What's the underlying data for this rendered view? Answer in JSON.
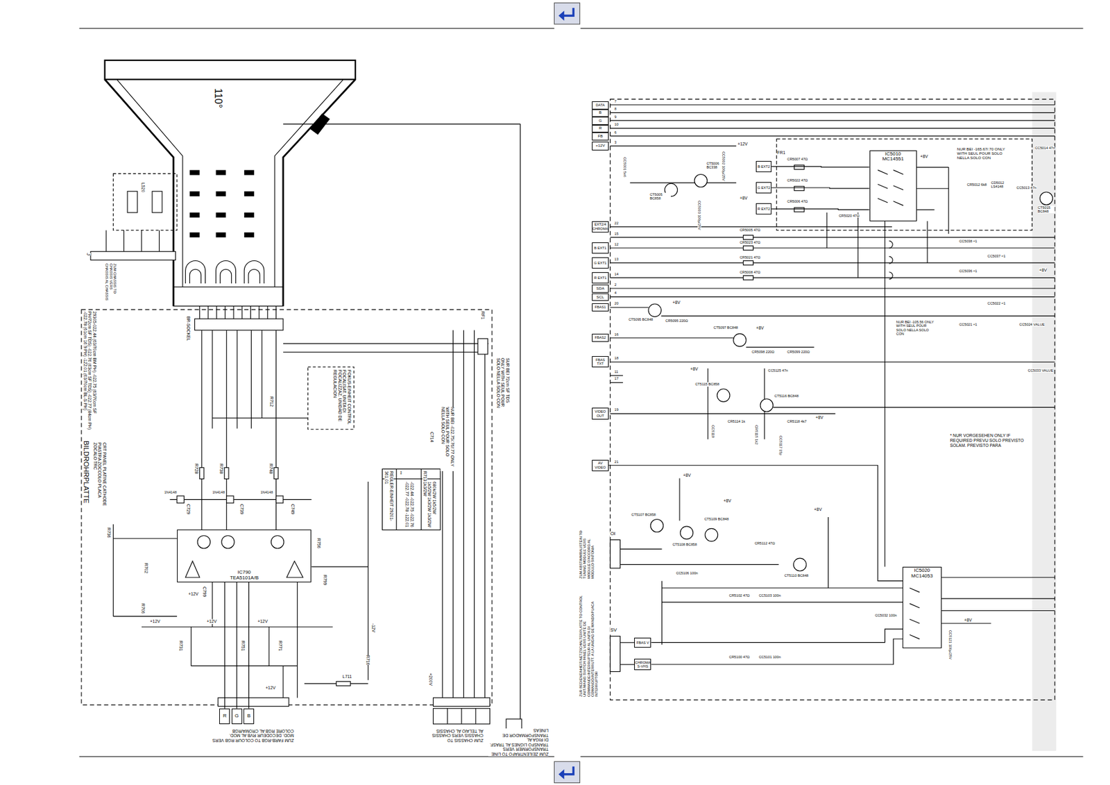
{
  "diagram": {
    "nodes": [
      {
        "text": [
          "IC790",
          "TEA5101A/B"
        ]
      },
      {
        "text": [
          "R"
        ]
      },
      {
        "text": [
          "G"
        ]
      },
      {
        "text": [
          "B"
        ]
      },
      {
        "text": [
          "DATA"
        ]
      },
      {
        "text": [
          "B"
        ]
      },
      {
        "text": [
          "G"
        ]
      },
      {
        "text": [
          "R"
        ]
      },
      {
        "text": [
          "FB"
        ]
      },
      {
        "text": [
          "+12V"
        ]
      },
      {
        "text": [
          "EXT2/4 CHROMA"
        ]
      },
      {
        "text": [
          "B EXT1"
        ]
      },
      {
        "text": [
          "G EXT1"
        ]
      },
      {
        "text": [
          "R EXT1"
        ]
      },
      {
        "text": [
          "SDA"
        ]
      },
      {
        "text": [
          "SCL"
        ]
      },
      {
        "text": [
          "FBAS1"
        ]
      },
      {
        "text": [
          "FBAS2"
        ]
      },
      {
        "text": [
          "FBAS TXT"
        ]
      },
      {
        "text": [
          "VIDEO OUT"
        ]
      },
      {
        "text": [
          "AV VIDEO"
        ]
      },
      {
        "text": [
          "IC5010",
          "MC14551"
        ]
      },
      {
        "text": [
          "B EXT2"
        ]
      },
      {
        "text": [
          "G EXT2"
        ]
      },
      {
        "text": [
          "R EXT2"
        ]
      },
      {
        "text": [
          "IC5020",
          "MC14053"
        ]
      },
      {
        "text": [
          "FBAS V"
        ]
      },
      {
        "text": [
          "CHROMA S-VHS"
        ]
      }
    ],
    "edges": [
      {
        "from": 1,
        "to": 0,
        "arrow": "none"
      },
      {
        "from": 2,
        "to": 0,
        "arrow": "none"
      },
      {
        "from": 3,
        "to": 0,
        "arrow": "none"
      },
      {
        "from": 22,
        "to": 21,
        "arrow": "none"
      },
      {
        "from": 23,
        "to": 21,
        "arrow": "none"
      },
      {
        "from": 24,
        "to": 21,
        "arrow": "none"
      },
      {
        "from": 20,
        "to": 25,
        "arrow": "none"
      },
      {
        "from": 26,
        "to": 25,
        "arrow": "none"
      },
      {
        "from": 27,
        "to": 25,
        "arrow": "none"
      }
    ],
    "labels": [
      "110°",
      "L520",
      "J",
      "ZUM CHASSIS TO CHASSIS VERS CHASSIS AL CHASSIS",
      "BR-SOCKEL",
      "BILDROHRPLATTE",
      "CRT PANEL PLATINE CATHODE PIASTRA ZOCCOLO PLACA ZOCALO TRC",
      "29305-022.44 (63/70cm BM PH) -022.75 (63/70cm SF PH/72cm SF TDS) -022.76 (63cm SF TDS) -022.77 (84cm PH) -022.78 (61cm 16:9 PH) -122.01 (63/70cm BL-S PH)",
      "REGLER-EINHEIT 29201-361.01",
      "**",
      "-022.44 -022.75 -022.76 -022.77 -022.78 -122.01",
      "R713",
      "680k/2W 1k5/2W 1k5/2W 1k3/2W 1k3/2W 1k3/2W",
      "NUR BEI -022.75/.76/.77 ONLY WITH SEUL POUR SOLO NELLA SOLO CON",
      "SUR BEI 72cm SF TDS ONLY WITH SEUL POUR SOLO NELLA SOLO CON",
      "FOKUS-EINHEIT CONTROL FOCALISAT. UNITA DI FOCALIZZAZ. UNIDAD DE REGULACION",
      "ZUM FARB-RGB TO COLOUR RGB VERS MOD. DECODEUR RVB AL MOD. COLORE RGB AL CROMA/RGB",
      "ZUM CHASSIS TO CHASSIS VERS CHASSIS AL TELAIO AL CHASSIS",
      "ZUM ZEILENTRAFO TO LINE TRANSFORMER VERS TRANSFO LIGNES AL TRASF. DI RIGA AL TRANSFORMADOR DE LINEAS",
      "+200V",
      "R728",
      "R738",
      "R748",
      "1N4148",
      "1N4148",
      "1N4148",
      "C729",
      "C739",
      "C749",
      "R736",
      "R702",
      "R706",
      "R756",
      "R712",
      "C714",
      "R716",
      "L711",
      "C799",
      "+12V",
      "+12V",
      "+12V",
      "+12V",
      "+12V",
      "-12V",
      "R799",
      "R731",
      "R751",
      "R771",
      "RF1",
      "CC5001 5n6",
      "CT5005 BC858",
      "CT5006 BC338",
      "+12V",
      "+8V",
      "CC5002 100µ/25V",
      "CC5003 100µ/25V",
      "FR1",
      "CR5007 47Ω",
      "CR5022 47Ω",
      "CR5006 47Ω",
      "CR5020 47Ω",
      "+8V",
      "NUR BEI -165.67/.70 ONLY WITH SEUL POUR SOLO NELLA SOLO CON",
      "CR5012 6k8",
      "CD5012 LS4148",
      "CC5013 47n",
      "CT5015 BC848",
      "CC5014 47n",
      "CR5005 47Ω",
      "CR5023 47Ω",
      "CR5021 47Ω",
      "CR5008 47Ω",
      "CC5038 ≈1",
      "CC5037 ≈1",
      "CC5036 ≈1",
      "+8V",
      "CT5095 BC848",
      "+8V",
      "CR5095 220Ω",
      "CT5097 BC848",
      "+8V",
      "CR5098 220Ω",
      "CR5099 220Ω",
      "NUR BEI -105.56 ONLY WITH SEUL POUR SOLO NELLA SOLO CON",
      "CC5021 ≈1",
      "CC5022 ≈1",
      "CC5024 VALUE",
      "CC5033 VALUE",
      "+8V",
      "CC5125 47n",
      "CT5115 BC858",
      "CT5116 BC848",
      "CR5114 1k",
      "CR5118 4k7",
      "+8V",
      "CC5119",
      "CR5115 1k2",
      "CC5117 15p",
      "* NUR VORGESEHEN ONLY IF REQUIRED PREVU SOLO PREVISTO SOLAM. PREVISTO PARA",
      "CT5107 BC858",
      "CT5108 BC858",
      "CT5109 BC848",
      "+8V",
      "+8V",
      "+8V",
      "CT5110 BC848",
      "CR5112 47Ω",
      "CC5106 100n",
      "CR5102 47Ω",
      "CC5103 100n",
      "CR5100 47Ω",
      "CC5101 100n",
      "CC5032 100n",
      "+8V",
      "CC5121 100µ/25V",
      "ZUM ABSTIMMBAUSTEIN TO TUNING MODULE VERS MODULE D'ACCORD AL MODULO SINTONIA",
      "ZUR BEDIENEINHEIT/NETZSCHALTERPLATTE TO CONTROL UNIT/MAINS SWITCH PANEL VERS UNITE DE COMMANDE/INTERRUPTEUR AL UNITA DI COMANDO/INTERRUTT. A LA UNIDAD DE MANDO/PLACA INTERRUPTOR",
      "OI",
      "SV",
      "7",
      "8",
      "9",
      "10",
      "6",
      "3",
      "22",
      "15",
      "12",
      "13",
      "14",
      "2",
      "4",
      "20",
      "16",
      "18",
      "11",
      "17",
      "19",
      "21"
    ]
  }
}
